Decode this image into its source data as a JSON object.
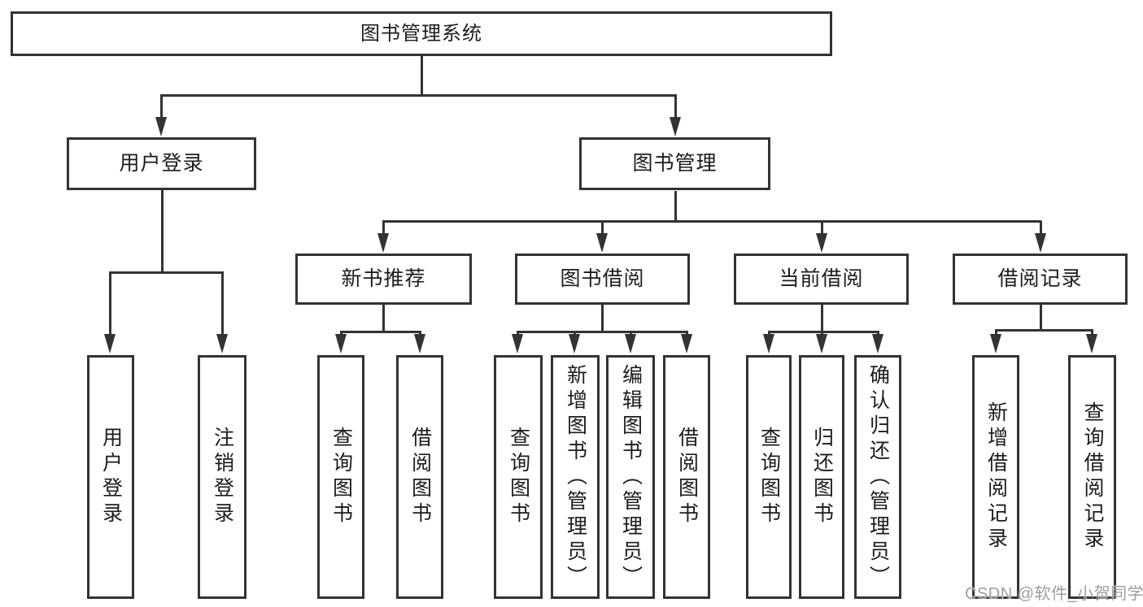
{
  "title": "图书管理系统",
  "tree": {
    "root": "图书管理系统",
    "user_login": "用户登录",
    "book_mgmt": "图书管理",
    "new_book_rec": "新书推荐",
    "book_borrow": "图书借阅",
    "current_borrow": "当前借阅",
    "borrow_records": "借阅记录",
    "leaf_user_login": "用户登录",
    "leaf_logout": "注销登录",
    "nbr_query_books": "查询图书",
    "nbr_borrow_books": "借阅图书",
    "bb_query_books": "查询图书",
    "bb_add_books": "新增图书（管理员）",
    "bb_edit_books": "编辑图书（管理员）",
    "bb_borrow_books": "借阅图书",
    "cb_query_books": "查询图书",
    "cb_return_books": "归还图书",
    "cb_confirm_return": "确认归还（管理员）",
    "br_add_record": "新增借阅记录",
    "br_query_record": "查询借阅记录"
  },
  "watermark": "CSDN @软件_小贺同学",
  "colors": {
    "line": "#333333",
    "text": "#1c1c1c",
    "background": "#ffffff",
    "watermark": "#9e9e9e"
  }
}
